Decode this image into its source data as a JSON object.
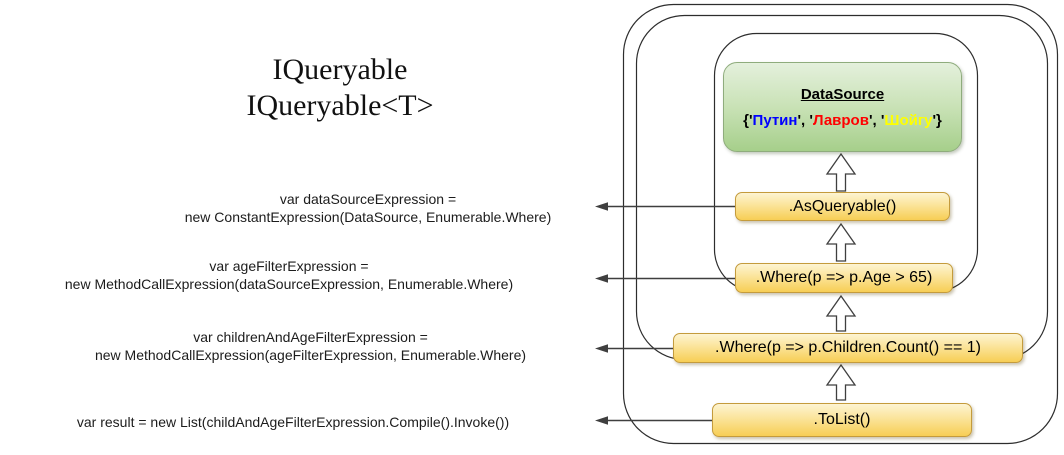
{
  "title": {
    "line1": "IQueryable",
    "line2": "IQueryable<T>"
  },
  "annotations": [
    {
      "line1": "var dataSourceExpression =",
      "line2": "new ConstantExpression(DataSource, Enumerable.Where)"
    },
    {
      "line1": "var ageFilterExpression =",
      "line2": "new MethodCallExpression(dataSourceExpression, Enumerable.Where)"
    },
    {
      "line1": "var childrenAndAgeFilterExpression =",
      "line2": "new MethodCallExpression(ageFilterExpression, Enumerable.Where)"
    },
    {
      "line1": "var result = new List(childAndAgeFilterExpression.Compile().Invoke())",
      "line2": ""
    }
  ],
  "diagram": {
    "datasource": {
      "title": "DataSource",
      "segments": [
        {
          "text": "{'",
          "color": "#000000"
        },
        {
          "text": "Путин",
          "color": "#0000ff"
        },
        {
          "text": "', '",
          "color": "#000000"
        },
        {
          "text": "Лавров",
          "color": "#ff0000"
        },
        {
          "text": "', '",
          "color": "#000000"
        },
        {
          "text": "Шойгу",
          "color": "#ffff00"
        },
        {
          "text": "'}",
          "color": "#000000"
        }
      ]
    },
    "methods": [
      {
        "label": ".AsQueryable()"
      },
      {
        "label": ".Where(p => p.Age > 65)"
      },
      {
        "label": ".Where(p => p.Children.Count() == 1)"
      },
      {
        "label": ".ToList()"
      }
    ]
  },
  "colors": {
    "method_box_top": "#fdf4d2",
    "method_box_bottom": "#f7ce55",
    "method_box_border": "#c49b3c",
    "datasource_top": "#e4f0dc",
    "datasource_bottom": "#a6cf8b",
    "datasource_border": "#8fac7d",
    "outline_stroke": "#2d2d2d",
    "arrow_stroke": "#3f3f3f"
  }
}
